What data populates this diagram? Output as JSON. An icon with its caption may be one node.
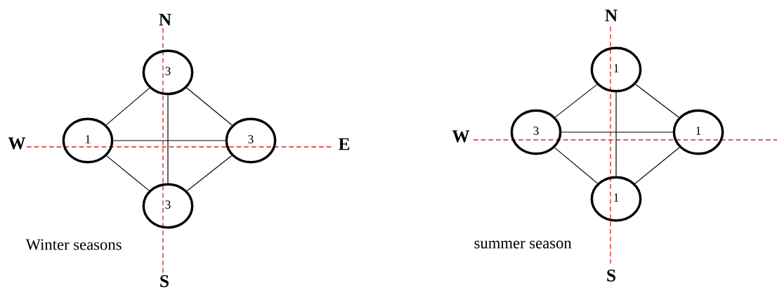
{
  "diagram": {
    "nodes": [
      {
        "text": [
          "3"
        ]
      },
      {
        "text": [
          "1"
        ]
      },
      {
        "text": [
          "3"
        ]
      },
      {
        "text": [
          "3"
        ]
      },
      {
        "text": [
          "1"
        ]
      },
      {
        "text": [
          "3"
        ]
      },
      {
        "text": [
          "1"
        ]
      },
      {
        "text": [
          "1"
        ]
      }
    ],
    "edges": [
      {
        "from": 0,
        "to": 1,
        "arrow": "none"
      },
      {
        "from": 0,
        "to": 2,
        "arrow": "none"
      },
      {
        "from": 1,
        "to": 3,
        "arrow": "none"
      },
      {
        "from": 2,
        "to": 3,
        "arrow": "none"
      },
      {
        "from": 1,
        "to": 2,
        "arrow": "none"
      },
      {
        "from": 0,
        "to": 3,
        "arrow": "none"
      },
      {
        "from": 4,
        "to": 5,
        "arrow": "none"
      },
      {
        "from": 4,
        "to": 6,
        "arrow": "none"
      },
      {
        "from": 5,
        "to": 7,
        "arrow": "none"
      },
      {
        "from": 6,
        "to": 7,
        "arrow": "none"
      },
      {
        "from": 5,
        "to": 6,
        "arrow": "none"
      },
      {
        "from": 4,
        "to": 7,
        "arrow": "none"
      }
    ],
    "labels": [
      "N",
      "W",
      "E",
      "Winter seasons",
      "S",
      "N",
      "W",
      "summer season",
      "S"
    ]
  }
}
